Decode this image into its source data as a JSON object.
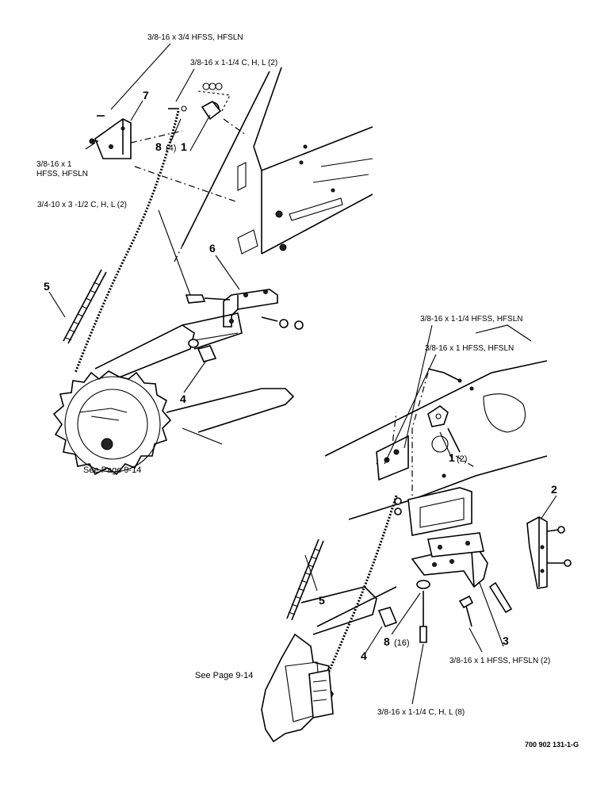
{
  "callouts": {
    "top_hfss": "3/8-16 x 3/4 HFSS, HFSLN",
    "top_chl": "3/8-16 x 1-1/4 C, H, L (2)",
    "left_hfss_1": "3/8-16 x 1",
    "left_hfss_2": "HFSS, HFSLN",
    "chl_34": "3/4-10 x 3 -1/2 C, H, L (2)",
    "right_hfss_114": "3/8-16 x 1-1/4 HFSS, HFSLN",
    "right_hfss_1": "3/8-16 x 1 HFSS, HFSLN",
    "bottom_hfss_2": "3/8-16 x 1 HFSS, HFSLN (2)",
    "bottom_chl_8": "3/8-16 x 1-1/4 C, H, L  (8)"
  },
  "part_numbers": {
    "p7": "7",
    "p8_4": "8",
    "p8_4_qty": "(4)",
    "p1_top": "1",
    "p6": "6",
    "p5_left": "5",
    "p4_left": "4",
    "p1_right": "1",
    "p1_right_qty": "(2)",
    "p2": "2",
    "p5_right": "5",
    "p3": "3",
    "p4_right": "4",
    "p8_16": "8",
    "p8_16_qty": "(16)"
  },
  "references": {
    "see_page_left": "See Page 9-14",
    "see_page_right": "See Page 9-14"
  },
  "drawing_number": "700 902 131-1-G"
}
